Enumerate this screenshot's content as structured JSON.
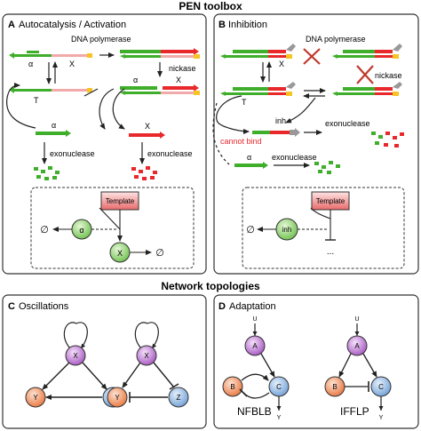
{
  "pen_toolbox": {
    "title": "PEN toolbox",
    "panel_a": {
      "letter": "A",
      "title": "Autocatalysis / Activation",
      "dna_polymerase": "DNA polymerase",
      "nickase": "nickase",
      "exonuclease": "exonuclease",
      "alpha": "α",
      "alpha_bar": "α",
      "x": "X",
      "x_bar": "X",
      "t": "T",
      "network": {
        "template": "Template",
        "alpha": "α",
        "x": "X",
        "empty": "∅"
      }
    },
    "panel_b": {
      "letter": "B",
      "title": "Inhibition",
      "dna_polymerase": "DNA polymerase",
      "nickase": "nickase",
      "exonuclease": "exonuclease",
      "inh": "inh",
      "cannot_bind": "cannot bind",
      "alpha": "α",
      "x": "X",
      "t": "T",
      "network": {
        "template": "Template",
        "inh": "inh",
        "empty": "∅",
        "dots": "..."
      }
    }
  },
  "network_topologies": {
    "title": "Network topologies",
    "panel_c": {
      "letter": "C",
      "title": "Oscillations",
      "nodes": {
        "x": "X",
        "y": "Y",
        "z": "Z"
      }
    },
    "panel_d": {
      "letter": "D",
      "title": "Adaptation",
      "nodes": {
        "u": "U",
        "a": "A",
        "b": "B",
        "c": "C",
        "y": "Y"
      },
      "labels": {
        "left": "NFBLB",
        "right": "IFFLP"
      }
    }
  },
  "colors": {
    "green": "#3fae2a",
    "red": "#e8282b",
    "pink": "#f2a9a9",
    "purple": "#b85fc9",
    "blue": "#7da7d9",
    "orange": "#ef8a4a",
    "yellow": "#f7c325"
  }
}
